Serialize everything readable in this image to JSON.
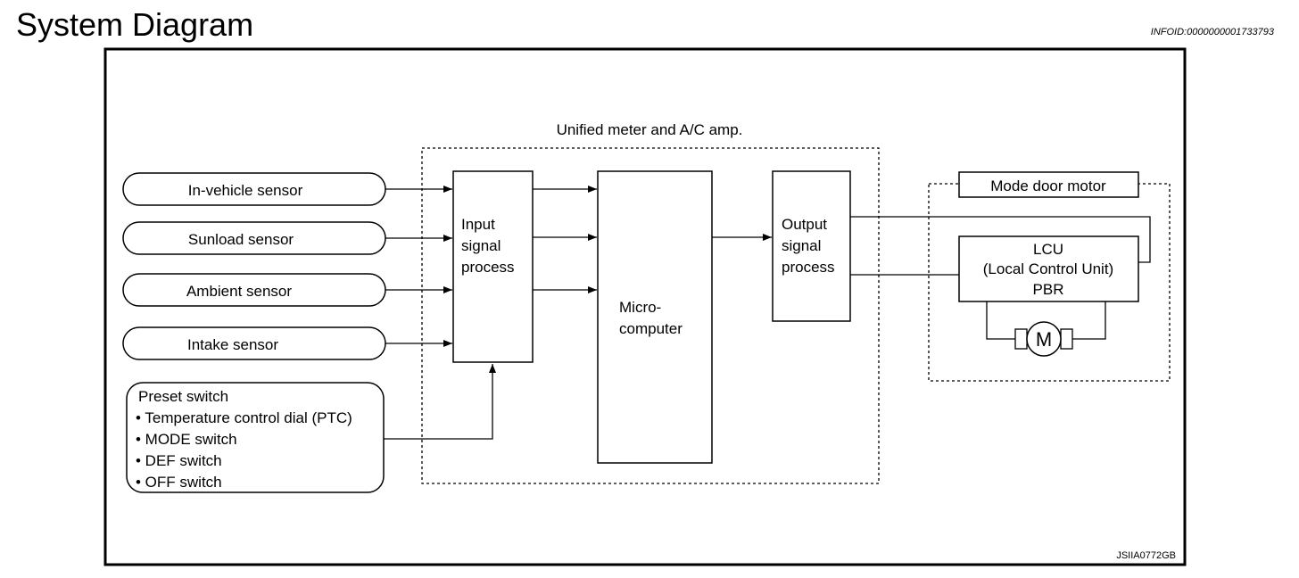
{
  "page": {
    "title": "System Diagram",
    "info_id": "INFOID:0000000001733793"
  },
  "diagram": {
    "unit_label": "Unified meter and A/C amp.",
    "sensors": [
      {
        "label": "In-vehicle sensor"
      },
      {
        "label": "Sunload sensor"
      },
      {
        "label": "Ambient sensor"
      },
      {
        "label": "Intake sensor"
      }
    ],
    "preset": {
      "title": "Preset switch",
      "items": [
        "• Temperature control dial (PTC)",
        "• MODE switch",
        "• DEF switch",
        "• OFF switch"
      ]
    },
    "input_block": [
      "Input",
      "signal",
      "process"
    ],
    "micro_block": [
      "Micro-",
      "computer"
    ],
    "output_block": [
      "Output",
      "signal",
      "process"
    ],
    "motor_group_label": "Mode door motor",
    "lcu": [
      "LCU",
      "(Local Control Unit)",
      "PBR"
    ],
    "motor_symbol": "M",
    "figure_code": "JSIIA0772GB"
  }
}
